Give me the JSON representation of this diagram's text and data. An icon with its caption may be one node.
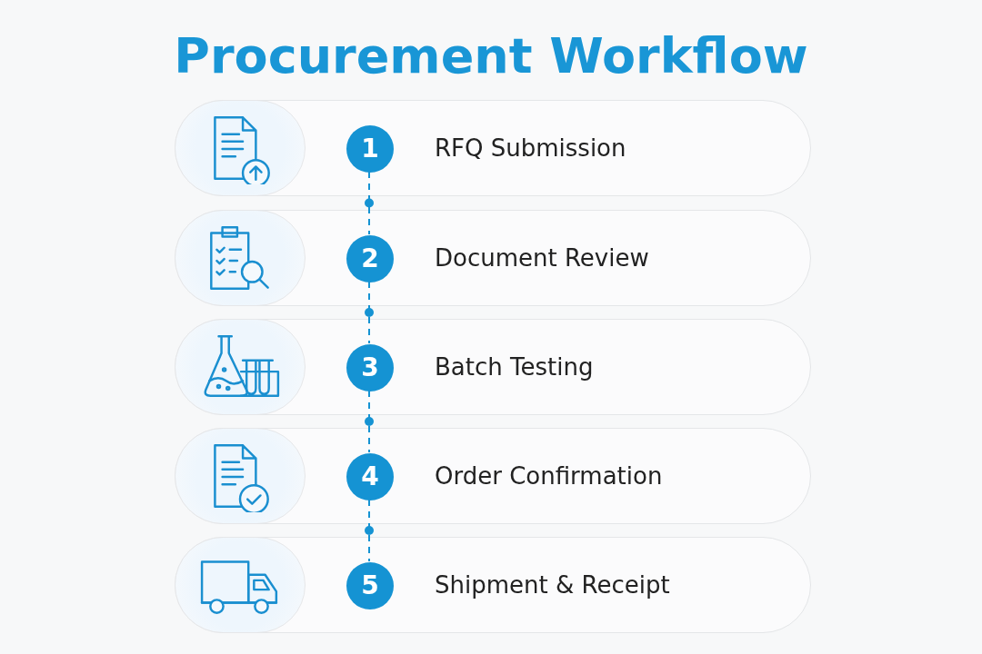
{
  "diagram": {
    "title": "Procurement Workflow",
    "nodes": [
      {
        "text": [
          "RFQ Submission"
        ]
      },
      {
        "text": [
          "1"
        ],
        "in": 0
      },
      {
        "text": [
          "Document Review"
        ]
      },
      {
        "text": [
          "2"
        ],
        "in": 2
      },
      {
        "text": [
          "Batch Testing"
        ]
      },
      {
        "text": [
          "3"
        ],
        "in": 4
      },
      {
        "text": [
          "Order Confirmation"
        ]
      },
      {
        "text": [
          "4"
        ],
        "in": 6
      },
      {
        "text": [
          "Shipment & Receipt"
        ]
      },
      {
        "text": [
          "5"
        ],
        "in": 8
      }
    ],
    "edges": [
      {
        "from": 1,
        "to": 3,
        "arrow": "none",
        "style": "dashed"
      },
      {
        "from": 3,
        "to": 5,
        "arrow": "none",
        "style": "dashed"
      },
      {
        "from": 5,
        "to": 7,
        "arrow": "none",
        "style": "dashed"
      },
      {
        "from": 7,
        "to": 9,
        "arrow": "none",
        "style": "dashed"
      }
    ]
  }
}
